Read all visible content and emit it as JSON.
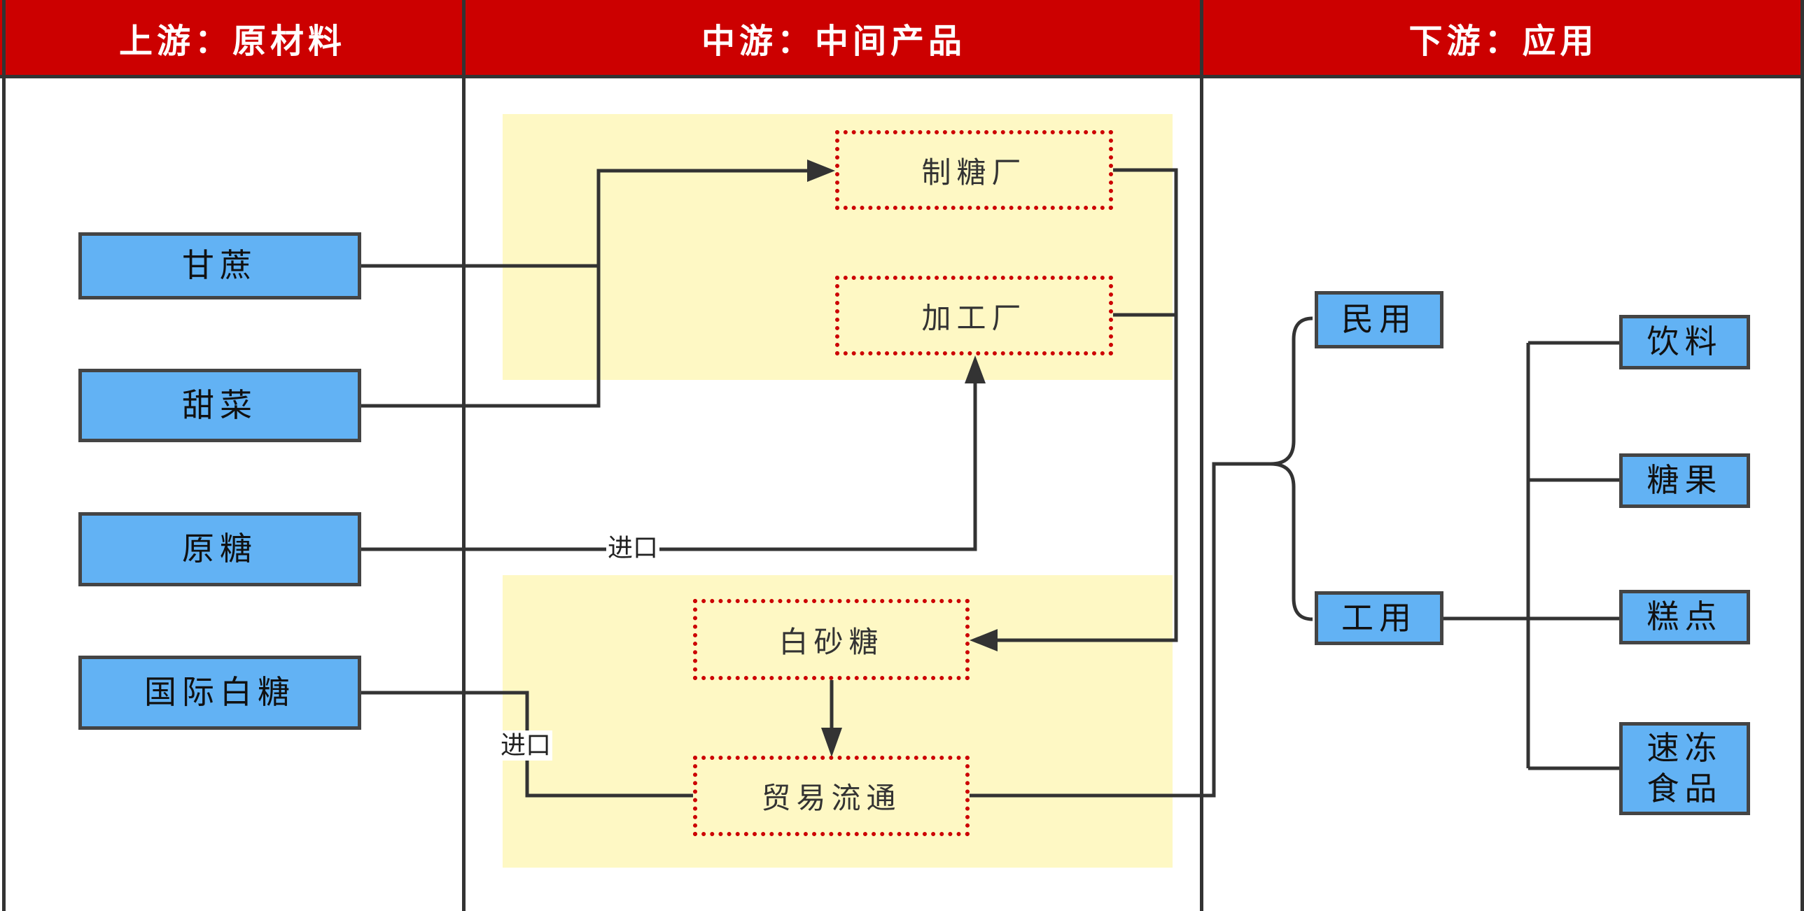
{
  "colors": {
    "header_bg": "#cc0000",
    "header_text": "#ffffff",
    "node_fill": "#62b2f4",
    "node_border": "#444444",
    "zone_fill": "#fef8c4",
    "dashed_border": "#cc0000",
    "line": "#333333"
  },
  "columns": [
    {
      "id": "upstream",
      "title": "上游：原材料"
    },
    {
      "id": "midstream",
      "title": "中游：中间产品"
    },
    {
      "id": "downstream",
      "title": "下游：应用"
    }
  ],
  "upstream_nodes": [
    {
      "id": "sugarcane",
      "label": "甘蔗"
    },
    {
      "id": "sugarbeet",
      "label": "甜菜"
    },
    {
      "id": "raw_sugar",
      "label": "原糖"
    },
    {
      "id": "intl_white_sugar",
      "label": "国际白糖"
    }
  ],
  "midstream_nodes": [
    {
      "id": "sugar_mill",
      "label": "制糖厂"
    },
    {
      "id": "processing_plant",
      "label": "加工厂"
    },
    {
      "id": "white_sugar",
      "label": "白砂糖"
    },
    {
      "id": "trade",
      "label": "贸易流通"
    }
  ],
  "downstream_nodes": [
    {
      "id": "civil",
      "label": "民用"
    },
    {
      "id": "industrial",
      "label": "工用"
    }
  ],
  "industrial_uses": [
    {
      "id": "beverage",
      "label": "饮料"
    },
    {
      "id": "candy",
      "label": "糖果"
    },
    {
      "id": "pastry",
      "label": "糕点"
    },
    {
      "id": "frozen_food",
      "label": "速冻食品"
    }
  ],
  "edge_labels": {
    "raw_sugar_import": "进口",
    "intl_white_sugar_import": "进口"
  },
  "edges": [
    {
      "from": "sugarcane",
      "to": "sugar_mill",
      "arrow": true
    },
    {
      "from": "sugarbeet",
      "to": "sugar_mill",
      "arrow": true
    },
    {
      "from": "raw_sugar",
      "to": "processing_plant",
      "arrow": true,
      "label": "进口"
    },
    {
      "from": "sugar_mill",
      "to": "white_sugar",
      "arrow": true
    },
    {
      "from": "processing_plant",
      "to": "white_sugar",
      "arrow": true
    },
    {
      "from": "white_sugar",
      "to": "trade",
      "arrow": true
    },
    {
      "from": "intl_white_sugar",
      "to": "trade",
      "arrow": false,
      "label": "进口"
    },
    {
      "from": "trade",
      "to": "civil",
      "arrow": false
    },
    {
      "from": "trade",
      "to": "industrial",
      "arrow": false
    },
    {
      "from": "industrial",
      "to": "beverage",
      "arrow": false
    },
    {
      "from": "industrial",
      "to": "candy",
      "arrow": false
    },
    {
      "from": "industrial",
      "to": "pastry",
      "arrow": false
    },
    {
      "from": "industrial",
      "to": "frozen_food",
      "arrow": false
    }
  ]
}
